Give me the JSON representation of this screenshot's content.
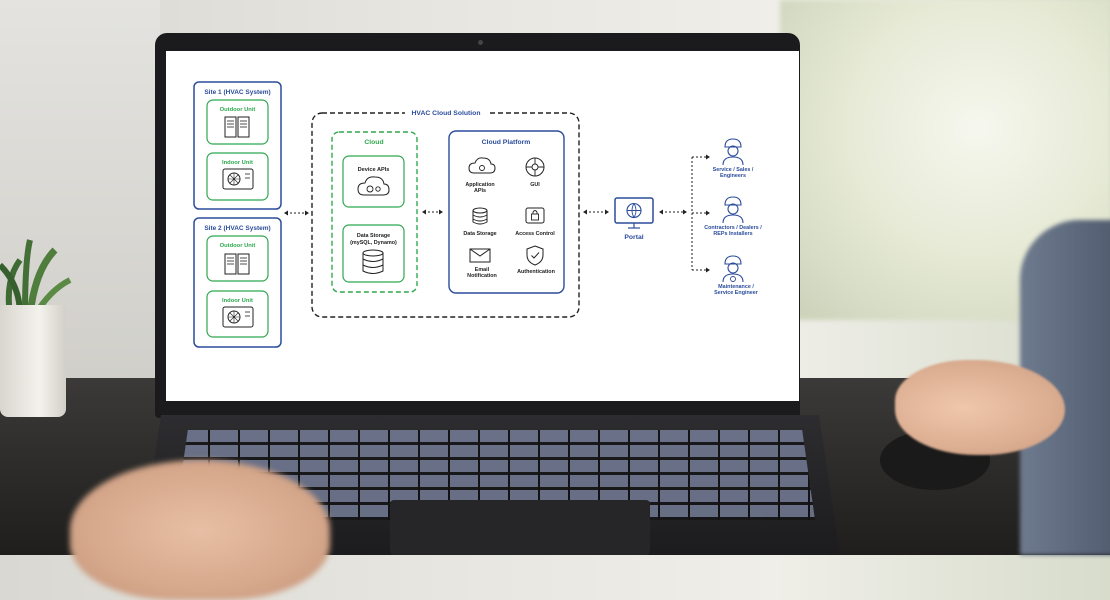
{
  "diagram": {
    "site1": {
      "title": "Site 1 (HVAC System)",
      "outdoor": "Outdoor Unit",
      "indoor": "Indoor Unit"
    },
    "site2": {
      "title": "Site 2 (HVAC System)",
      "outdoor": "Outdoor Unit",
      "indoor": "Indoor Unit"
    },
    "solution_title": "HVAC Cloud Solution",
    "cloud": {
      "title": "Cloud",
      "device_apis": "Device APIs",
      "storage_line1": "Data Storage",
      "storage_line2": "(mySQL, Dynamo)"
    },
    "platform": {
      "title": "Cloud Platform",
      "app_apis_line1": "Application",
      "app_apis_line2": "APIs",
      "gui": "GUI",
      "data_storage": "Data Storage",
      "access_control": "Access Control",
      "email_line1": "Email",
      "email_line2": "Notification",
      "authentication": "Authentication"
    },
    "portal": "Portal",
    "users": [
      {
        "line1": "Service / Sales /",
        "line2": "Engineers"
      },
      {
        "line1": "Contractors / Dealers /",
        "line2": "REPs Installers"
      },
      {
        "line1": "Maintenance /",
        "line2": "Service Engineer"
      }
    ]
  },
  "colors": {
    "blue": "#2b4c9b",
    "green": "#2fa84f",
    "dark": "#222222"
  }
}
